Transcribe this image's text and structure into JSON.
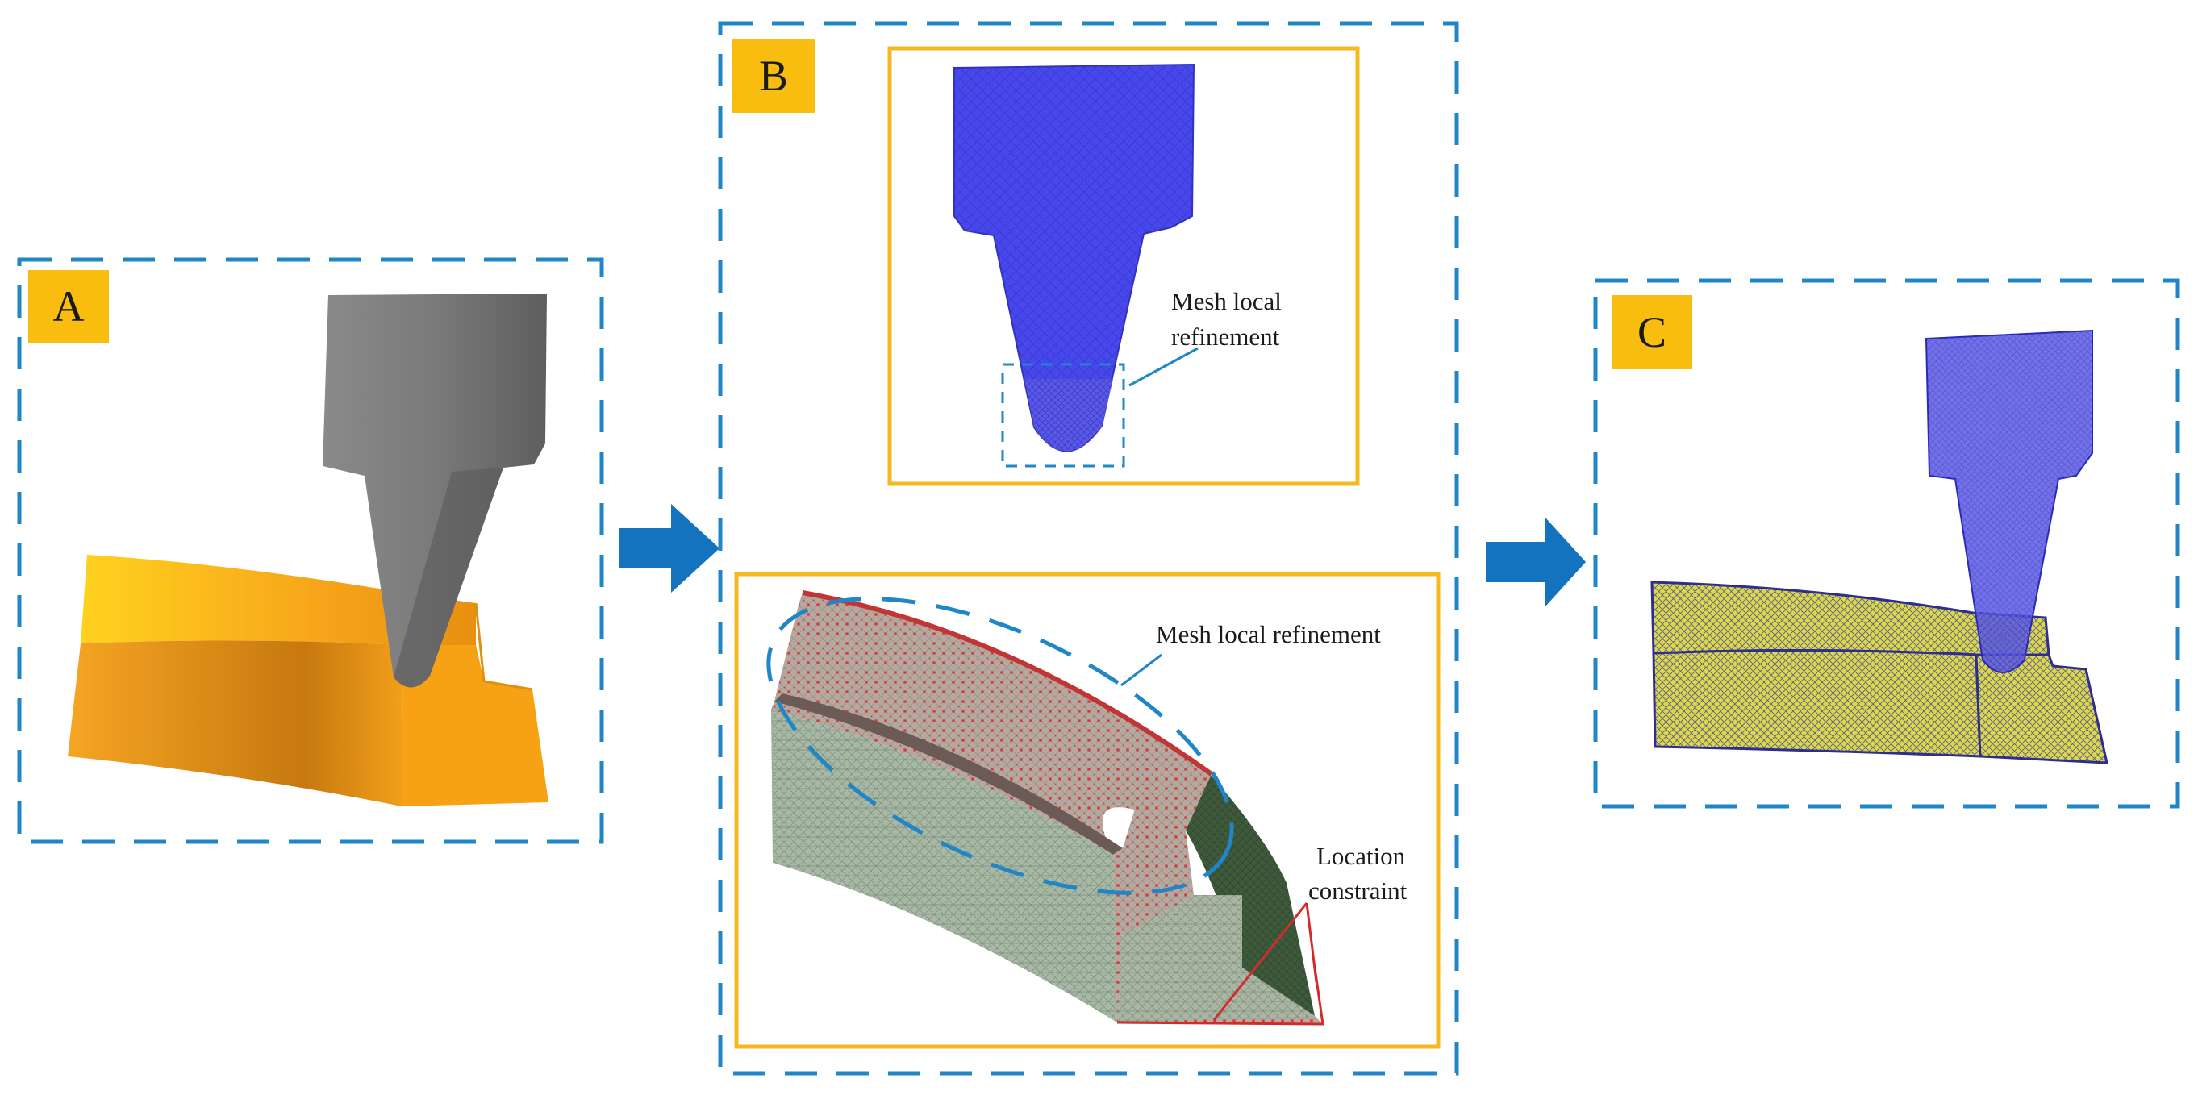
{
  "panels": {
    "a": {
      "label": "A"
    },
    "b": {
      "label": "B"
    },
    "c": {
      "label": "C"
    }
  },
  "annotations": {
    "tool_refinement_line1": "Mesh local",
    "tool_refinement_line2": "refinement",
    "workpiece_refinement": "Mesh local refinement",
    "constraint_line1": "Location",
    "constraint_line2": "constraint"
  },
  "colors": {
    "frame_dash": "#1f86c8",
    "label_bg": "#f9bd0f",
    "inset_border": "#f4b821",
    "arrow": "#1473bf",
    "tool_grey": "#7a7a7a",
    "mesh_blue": "#4a4ae8",
    "workpiece_orange": "#f4a21a",
    "mesh_green": "#a6b8a4",
    "mesh_red": "#d83a3a",
    "mesh_yellow": "#e3e03a"
  }
}
